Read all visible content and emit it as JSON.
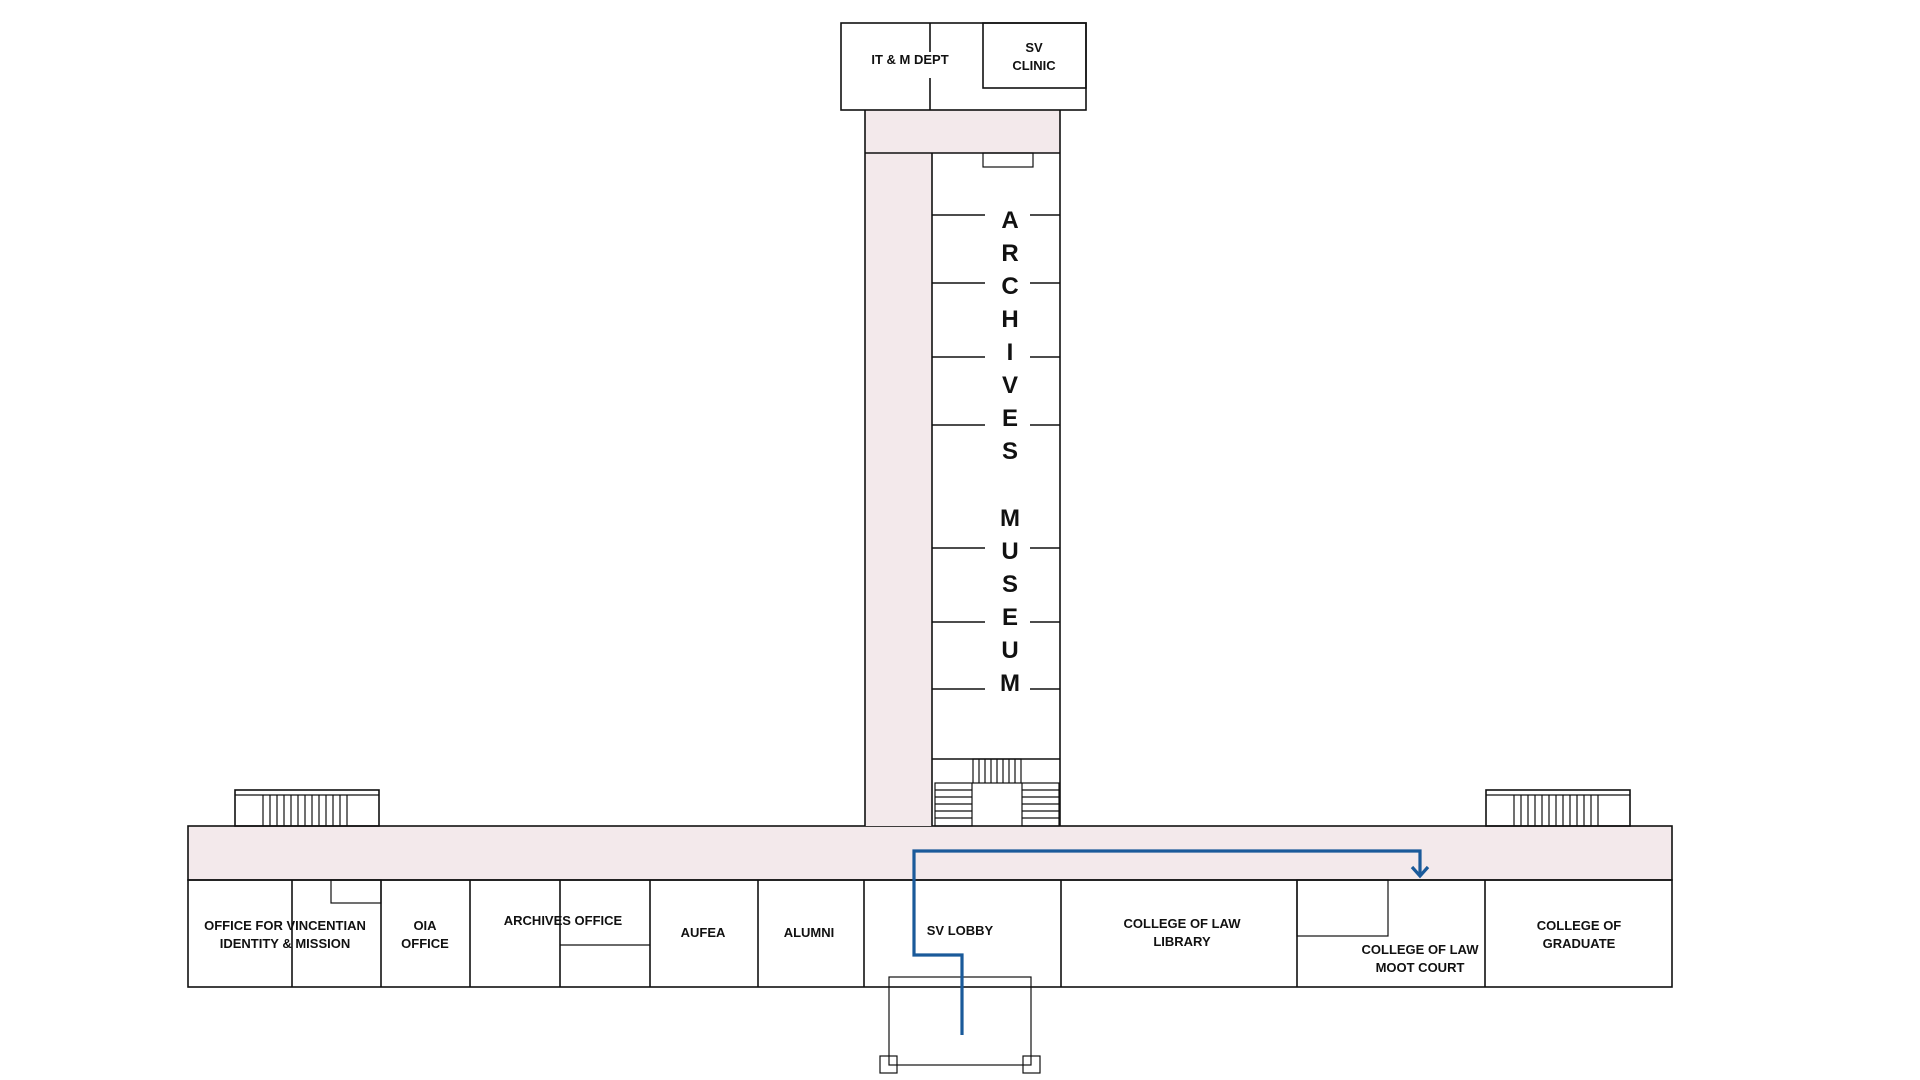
{
  "colors": {
    "corridor": "#f3e9eb",
    "walls": "#111111",
    "route": "#1a5a9a",
    "background": "#ffffff"
  },
  "rooms": {
    "it_m_dept": "IT & M DEPT",
    "sv_clinic": [
      "SV",
      "CLINIC"
    ],
    "archives_museum_word1": [
      "A",
      "R",
      "C",
      "H",
      "I",
      "V",
      "E",
      "S"
    ],
    "archives_museum_word2": [
      "M",
      "U",
      "S",
      "E",
      "U",
      "M"
    ],
    "office_vincentian": [
      "OFFICE FOR VINCENTIAN",
      "IDENTITY & MISSION"
    ],
    "oia_office": [
      "OIA",
      "OFFICE"
    ],
    "archives_office": "ARCHIVES OFFICE",
    "aufea": "AUFEA",
    "alumni": "ALUMNI",
    "sv_lobby": "SV LOBBY",
    "college_of_law_library": [
      "COLLEGE OF LAW",
      "LIBRARY"
    ],
    "college_of_law_moot_court": [
      "COLLEGE OF LAW",
      "MOOT COURT"
    ],
    "college_of_graduate": [
      "COLLEGE OF",
      "GRADUATE"
    ]
  },
  "route": {
    "from": "SV LOBBY",
    "to": "COLLEGE OF LAW MOOT COURT"
  }
}
